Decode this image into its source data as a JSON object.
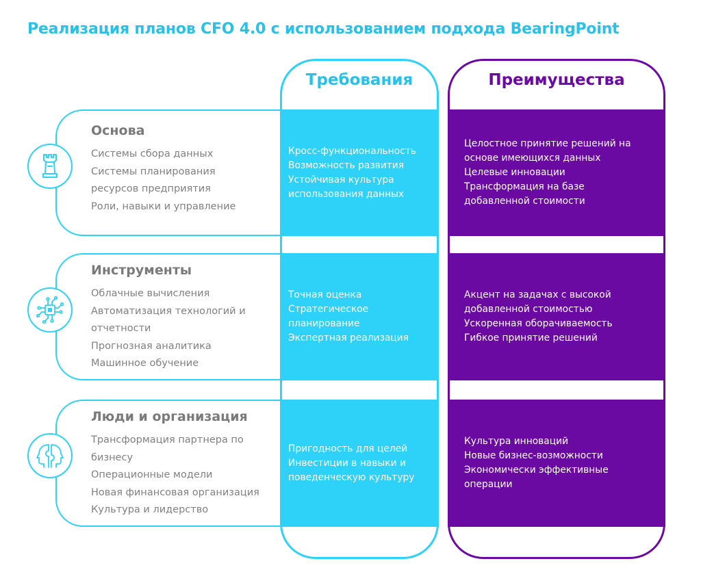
{
  "title": "Реализация планов CFO 4.0 с использованием подхода BearingPoint",
  "columns": {
    "requirements": "Требования",
    "advantages": "Преимущества"
  },
  "rows": [
    {
      "title": "Основа",
      "icon": "chess-rook-icon",
      "items": [
        "Системы сбора данных",
        "Системы планирования",
        "ресурсов предприятия",
        "Роли, навыки и управление"
      ],
      "requirements": [
        "Кросс-функциональность",
        "Возможность развития",
        "Устойчивая культура",
        "использования данных"
      ],
      "advantages": [
        "Целостное принятие решений на",
        "основе имеющихся данных",
        "Целевые инновации",
        "Трансформация на базе",
        "добавленной стоимости"
      ]
    },
    {
      "title": "Инструменты",
      "icon": "circuit-chip-icon",
      "items": [
        "Облачные вычисления",
        "Автоматизация технологий и",
        "отчетности",
        "Прогнозная аналитика",
        "Машинное обучение"
      ],
      "requirements": [
        "Точная оценка",
        "Стратегическое",
        "планирование",
        "Экспертная реализация"
      ],
      "advantages": [
        "Акцент на задачах с высокой",
        "добавленной стоимостью",
        "Ускоренная оборачиваемость",
        "Гибкое принятие решений"
      ]
    },
    {
      "title": "Люди и организация",
      "icon": "two-heads-puzzle-icon",
      "items": [
        "Трансформация партнера по",
        "бизнесу",
        "Операционные модели",
        "Новая финансовая организация",
        "Культура и лидерство"
      ],
      "requirements": [
        "Пригодность для целей",
        "Инвестиции в навыки и",
        "поведенческую культуру"
      ],
      "advantages": [
        "Культура инноваций",
        "Новые бизнес-возможности",
        "Экономически эффективные",
        "операции"
      ]
    }
  ],
  "colors": {
    "cyan": "#2ed1f7",
    "title_cyan": "#29c1e8",
    "purple": "#6b0aa3",
    "gray_text": "#808080"
  }
}
